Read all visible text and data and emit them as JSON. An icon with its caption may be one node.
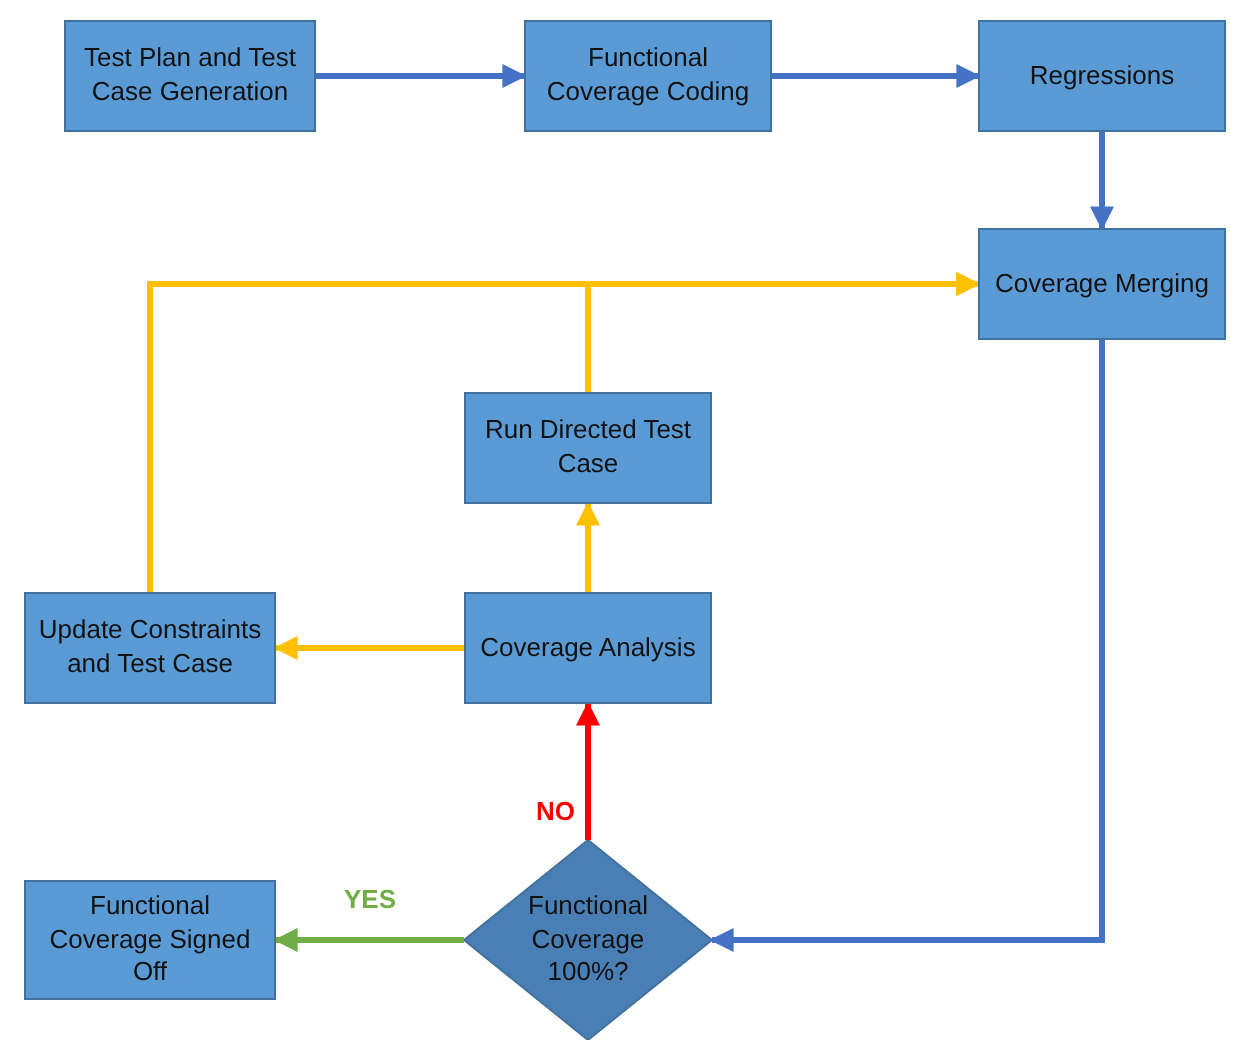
{
  "diagram": {
    "nodes": [
      {
        "text": [
          "Test Plan and Test Case Generation"
        ]
      },
      {
        "text": [
          "Functional Coverage Coding"
        ]
      },
      {
        "text": [
          "Regressions"
        ]
      },
      {
        "text": [
          "Coverage Merging"
        ]
      },
      {
        "text": [
          "Run Directed Test Case"
        ]
      },
      {
        "text": [
          "Update Constraints and Test Case"
        ]
      },
      {
        "text": [
          "Coverage Analysis"
        ]
      },
      {
        "text": [
          "Functional Coverage Signed Off"
        ]
      },
      {
        "text": [
          "Functional Coverage 100%?"
        ]
      }
    ],
    "edges": [
      {
        "from": 0,
        "to": 1,
        "arrow": "to"
      },
      {
        "from": 1,
        "to": 2,
        "arrow": "to"
      },
      {
        "from": 2,
        "to": 3,
        "arrow": "to"
      },
      {
        "from": 3,
        "to": 8,
        "arrow": "to"
      },
      {
        "from": 8,
        "to": 6,
        "arrow": "to",
        "label": "NO",
        "color": "#ff0000"
      },
      {
        "from": 8,
        "to": 7,
        "arrow": "to",
        "label": "YES",
        "color": "#70ad47"
      },
      {
        "from": 6,
        "to": 5,
        "arrow": "to",
        "color": "#ffc000"
      },
      {
        "from": 6,
        "to": 4,
        "arrow": "to",
        "color": "#ffc000"
      },
      {
        "from": 4,
        "to": 3,
        "arrow": "to",
        "color": "#ffc000"
      },
      {
        "from": 5,
        "to": 3,
        "arrow": "to",
        "color": "#ffc000"
      }
    ]
  }
}
